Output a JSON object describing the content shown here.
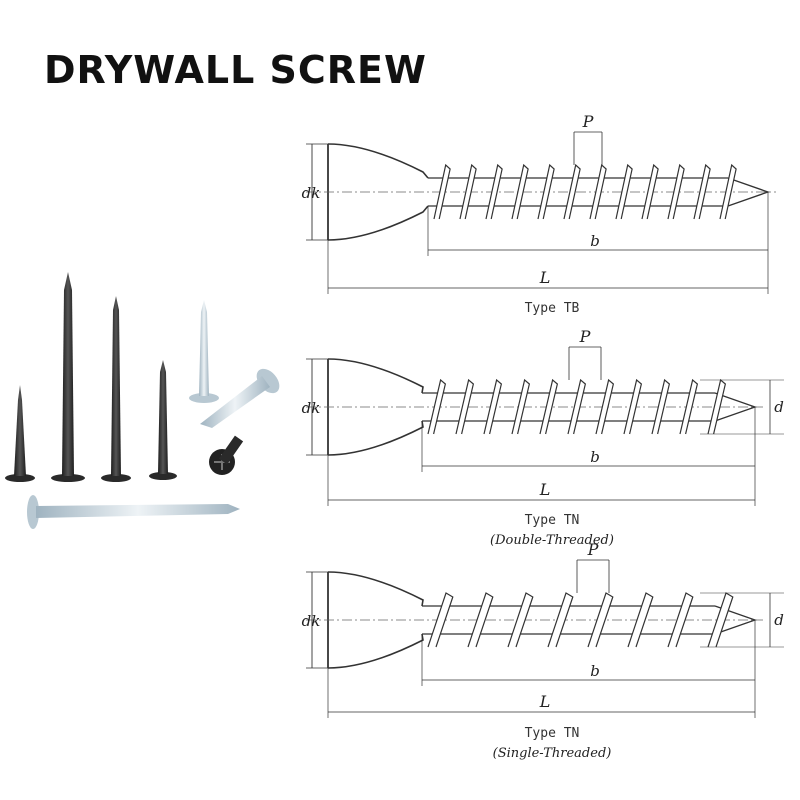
{
  "title": "DRYWALL SCREW",
  "diagram": {
    "labels": {
      "pitch": "P",
      "head_diameter": "dk",
      "thread_length": "b",
      "total_length": "L",
      "diameter": "d"
    },
    "types": [
      {
        "caption": "Type TB",
        "subcaption": ""
      },
      {
        "caption": "Type TN",
        "subcaption": "(Double-Threaded)"
      },
      {
        "caption": "Type TN",
        "subcaption": "(Single-Threaded)"
      }
    ]
  },
  "colors": {
    "line": "#333333",
    "black_screw": "#2e2e2e",
    "zinc_screw": "#c9d6de"
  }
}
